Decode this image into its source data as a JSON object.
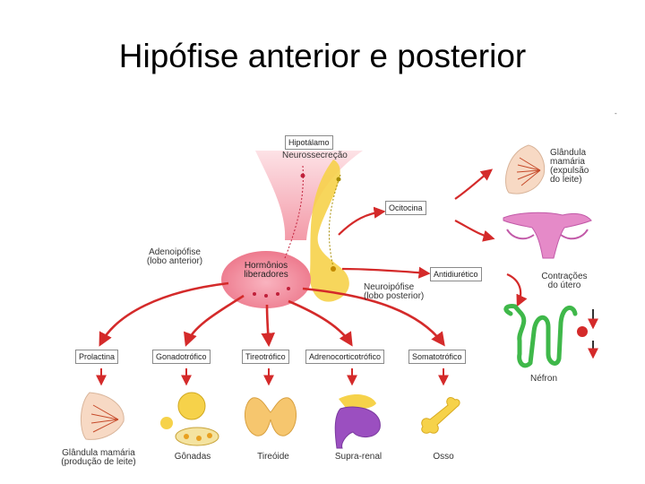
{
  "title": "Hipófise anterior e posterior",
  "top": {
    "hypothalamus": "Hipotálamo",
    "neurosecretion": "Neurossecreção",
    "adeno_line1": "Adenoipófise",
    "adeno_line2": "(lobo anterior)",
    "releasing_line1": "Hormônios",
    "releasing_line2": "liberadores",
    "neuro_line1": "Neuroipófise",
    "neuro_line2": "(lobo posterior)"
  },
  "posterior_hormones": {
    "oxytocin": "Ocitocina",
    "antidiuretic": "Antidiurético"
  },
  "posterior_targets": {
    "mammary_line1": "Glândula",
    "mammary_line2": "mamária",
    "mammary_line3": "(expulsão",
    "mammary_line4": "do leite)",
    "uterus_line1": "Contrações",
    "uterus_line2": "do útero",
    "nephron": "Néfron"
  },
  "anterior_hormones": [
    "Prolactina",
    "Gonadotrófico",
    "Tireotrófico",
    "Adrenocorticotrófico",
    "Somatotrófico"
  ],
  "anterior_targets": {
    "mammary_line1": "Glândula mamária",
    "mammary_line2": "(produção de leite)",
    "gonads": "Gônadas",
    "thyroid": "Tireóide",
    "adrenal": "Supra-renal",
    "bone": "Osso"
  },
  "corner_mark": "-",
  "colors": {
    "arrow": "#d42a2a",
    "pituitary_pink": "#f28a9a",
    "posterior_yellow": "#f6d24a"
  }
}
